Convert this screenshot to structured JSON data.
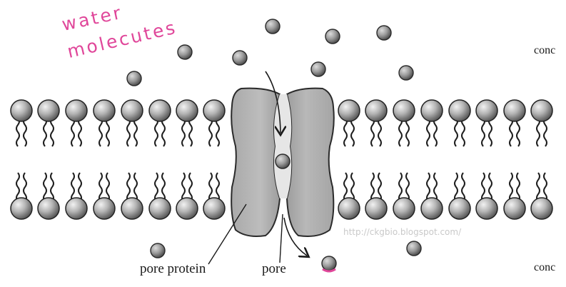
{
  "annotation": {
    "line1": "water",
    "line2": "molecutes",
    "color": "#e0479a"
  },
  "labels": {
    "pore_protein": "pore protein",
    "pore": "pore"
  },
  "edge_labels": {
    "top": "conc",
    "bottom": "conc"
  },
  "watermark": "http://ckgbio.blogspot.com/",
  "colors": {
    "ink": "#1a1a1a",
    "protein": "#b9b9b9",
    "molecule": "#9a9a9a",
    "highlight": "#e0479a"
  }
}
